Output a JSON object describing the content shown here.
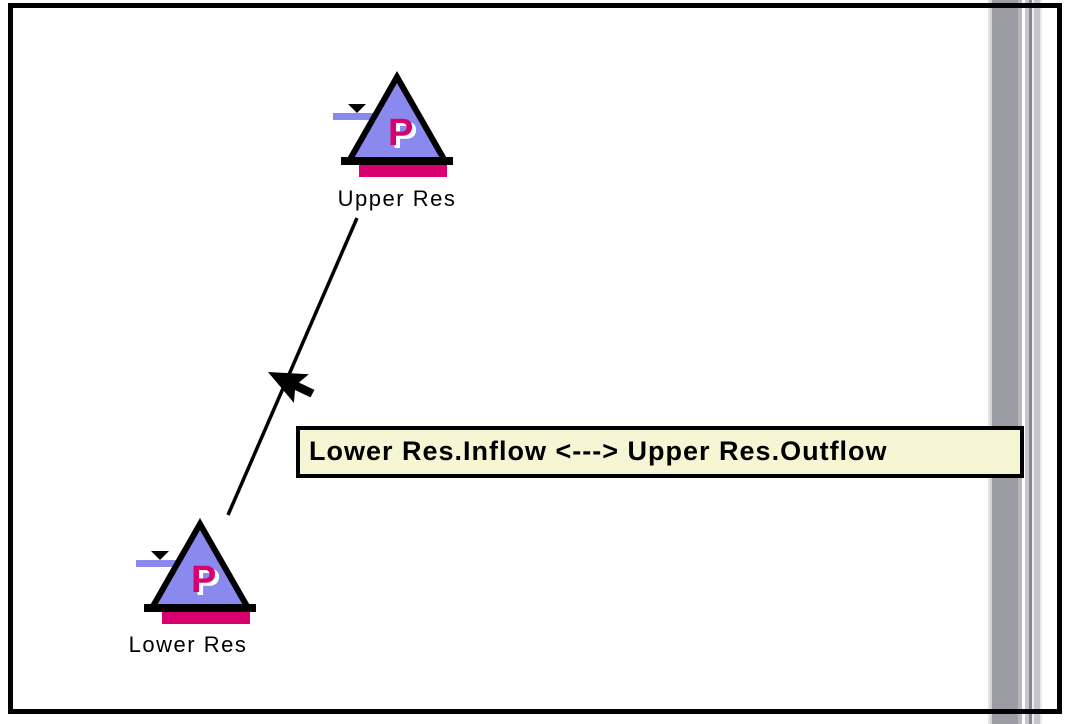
{
  "diagram": {
    "nodes": [
      {
        "name": "Upper Res",
        "badge": "P"
      },
      {
        "name": "Lower Res",
        "badge": "P"
      }
    ],
    "link": {
      "tooltip": "Lower Res.Inflow <---> Upper Res.Outflow"
    },
    "colors": {
      "reservoir_fill": "#8a8aee",
      "reservoir_accent": "#d8006e",
      "tooltip_bg": "#f6f6d4",
      "frame_border": "#000000",
      "scrollbar_gray": "#9c9ca4"
    }
  }
}
